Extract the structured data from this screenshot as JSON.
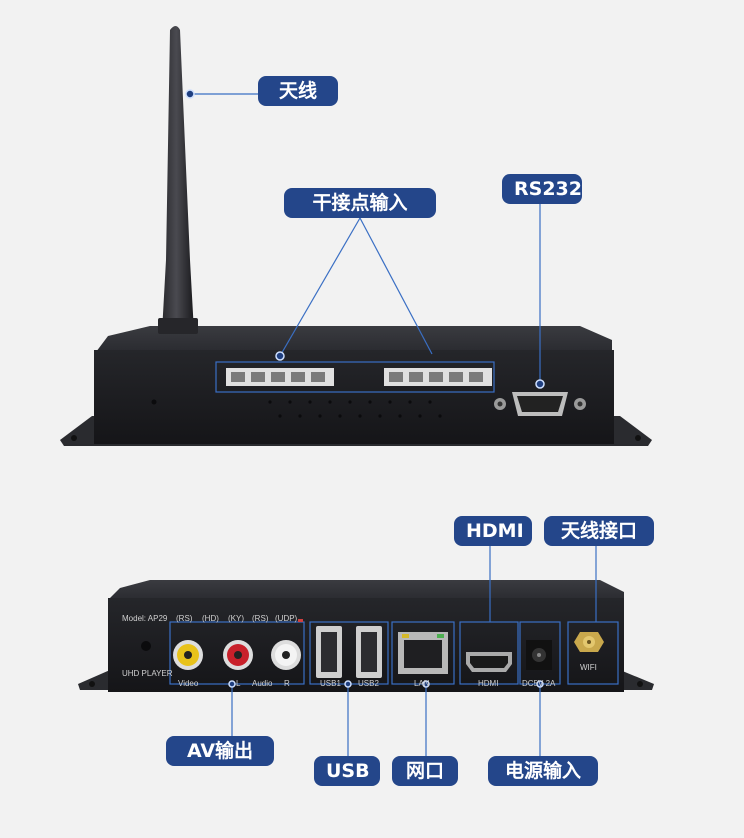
{
  "callouts": {
    "antenna": "天线",
    "dry_contact_input": "干接点输入",
    "rs232": "RS232",
    "hdmi": "HDMI",
    "antenna_port": "天线接口",
    "av_output": "AV输出",
    "usb": "USB",
    "network_port": "网口",
    "power_input": "电源输入"
  },
  "panel_silkscreen": {
    "model": "Model: AP29",
    "mode_labels": [
      "(RS)",
      "(HD)",
      "(KY)",
      "(RS)",
      "(UDP)"
    ],
    "player_name": "UHD PLAYER",
    "video": "Video",
    "left": "L",
    "audio": "Audio",
    "right": "R",
    "usb1": "USB1",
    "usb2": "USB2",
    "lan": "LAN",
    "hdmi": "HDMI",
    "dc": "DC5V 2A",
    "wifi": "WIFI"
  },
  "colors": {
    "background": "#f2f2f2",
    "callout_fill": "#24468a",
    "callout_text": "#ffffff",
    "leader_line": "#3a6fc4",
    "device_body": "#1e1f23"
  }
}
